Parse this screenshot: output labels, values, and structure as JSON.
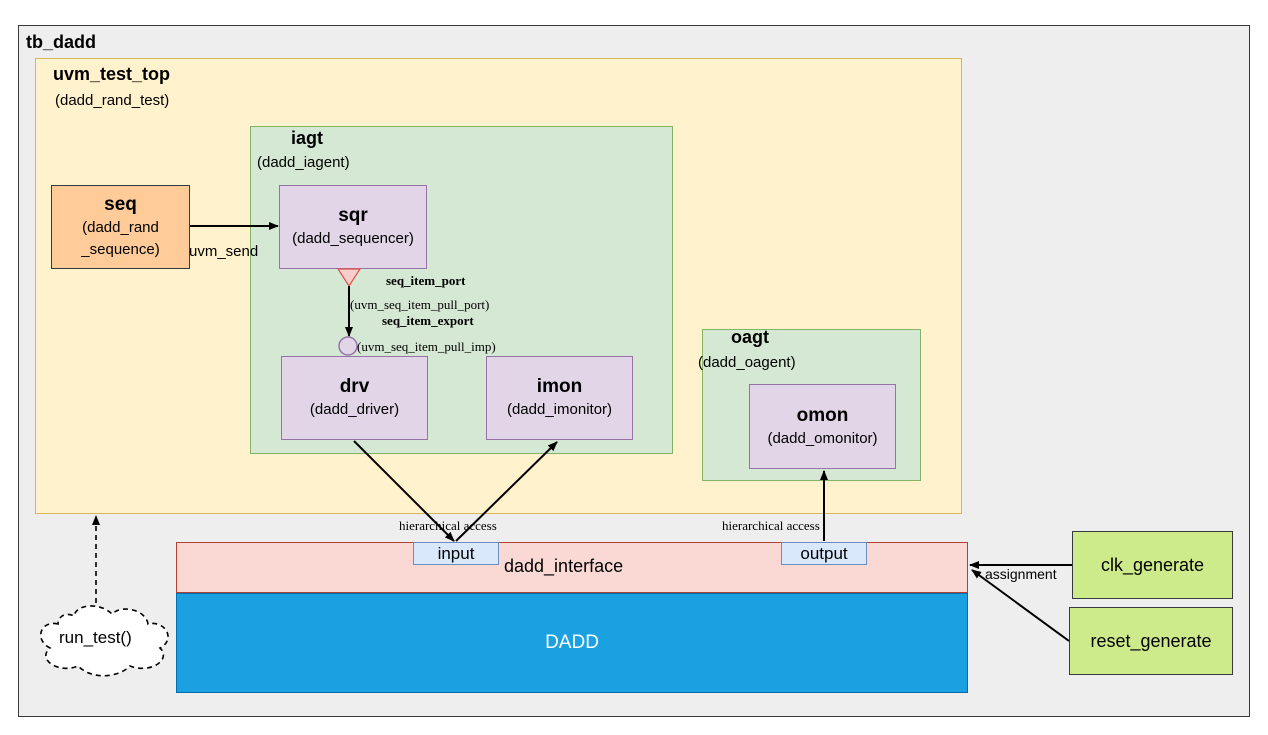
{
  "tb": {
    "title": "tb_dadd"
  },
  "uvm_test_top": {
    "title": "uvm_test_top",
    "sub": "(dadd_rand_test)"
  },
  "iagt": {
    "title": "iagt",
    "sub": "(dadd_iagent)"
  },
  "oagt": {
    "title": "oagt",
    "sub": "(dadd_oagent)"
  },
  "sqr": {
    "title": "sqr",
    "sub": "(dadd_sequencer)"
  },
  "drv": {
    "title": "drv",
    "sub": "(dadd_driver)"
  },
  "imon": {
    "title": "imon",
    "sub": "(dadd_imonitor)"
  },
  "omon": {
    "title": "omon",
    "sub": "(dadd_omonitor)"
  },
  "seq": {
    "title": "seq",
    "line1": "(dadd_rand",
    "line2": "_sequence)"
  },
  "edges": {
    "uvm_send": "uvm_send",
    "seq_item_port": "seq_item_port",
    "pull_port": "(uvm_seq_item_pull_port)",
    "seq_item_export": "seq_item_export",
    "pull_imp": "(uvm_seq_item_pull_imp)",
    "hier_access_left": "hierarchical access",
    "hier_access_right": "hierarchical access",
    "assignment": "assignment"
  },
  "iface": {
    "title": "dadd_interface",
    "input": "input",
    "output": "output"
  },
  "dut": {
    "title": "DADD"
  },
  "clk": {
    "title": "clk_generate"
  },
  "rst": {
    "title": "reset_generate"
  },
  "run_test": {
    "title": "run_test()"
  },
  "colors": {
    "tb_bg": "#eeeeee",
    "test_bg": "#fff2cc",
    "agent_bg": "#d5e8d4",
    "component_bg": "#e1d5e7",
    "seq_bg": "#ffcc99",
    "iface_bg": "#fad9d5",
    "dut_bg": "#1ba1e2",
    "gen_bg": "#cdeb8b",
    "port_bg": "#dae8fc"
  }
}
